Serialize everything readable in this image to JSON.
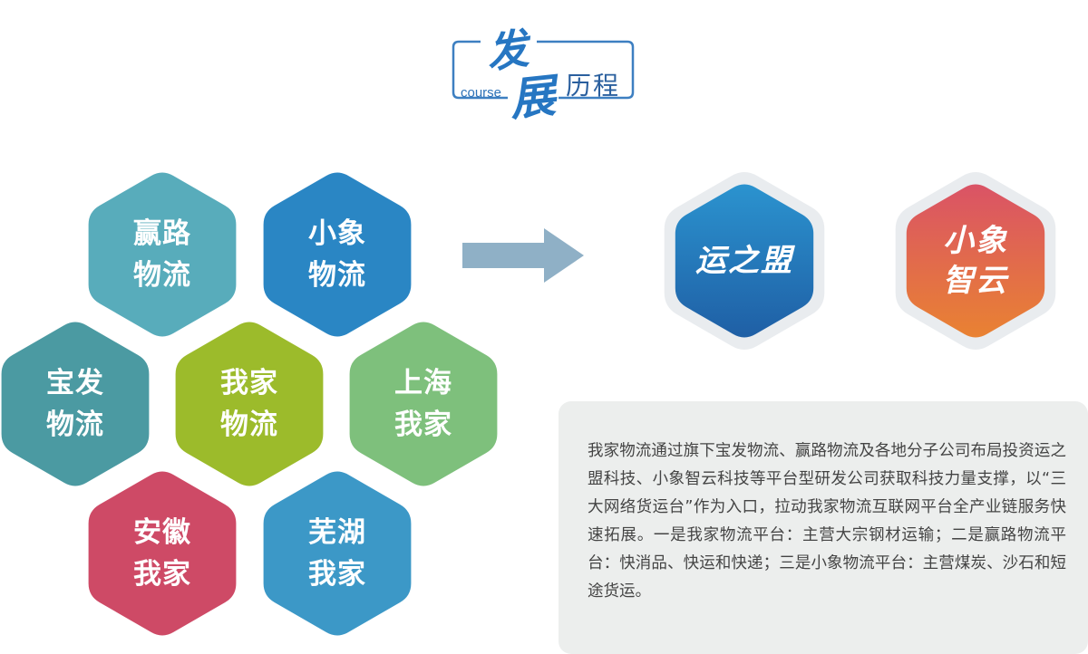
{
  "header": {
    "char1": "发",
    "char2": "展",
    "course": "course",
    "history": "历程",
    "color": "#2676c2"
  },
  "companies": [
    {
      "line1": "赢路",
      "line2": "物流",
      "color": "#58acbb"
    },
    {
      "line1": "小象",
      "line2": "物流",
      "color": "#2a86c4"
    },
    {
      "line1": "宝发",
      "line2": "物流",
      "color": "#4b9aa2"
    },
    {
      "line1": "我家",
      "line2": "物流",
      "color": "#9cbb2b"
    },
    {
      "line1": "上海",
      "line2": "我家",
      "color": "#7ec07c"
    },
    {
      "line1": "安徽",
      "line2": "我家",
      "color": "#ce4a66"
    },
    {
      "line1": "芜湖",
      "line2": "我家",
      "color": "#3c98c7"
    }
  ],
  "platforms": [
    {
      "line1": "运之盟",
      "line2": "",
      "color_top": "#2b93cf",
      "color_bottom": "#1f5fa5"
    },
    {
      "line1": "小象",
      "line2": "智云",
      "color_top": "#da5366",
      "color_bottom": "#e98232"
    }
  ],
  "arrow": {
    "color": "#8fb0c6",
    "icon": "right-arrow-icon"
  },
  "description": "我家物流通过旗下宝发物流、赢路物流及各地分子公司布局投资运之盟科技、小象智云科技等平台型研发公司获取科技力量支撑，以“三大网络货运台”作为入口，拉动我家物流互联网平台全产业链服务快速拓展。一是我家物流平台：主营大宗钢材运输；二是赢路物流平台：快消品、快运和快递；三是小象物流平台：主营煤炭、沙石和短途货运。"
}
